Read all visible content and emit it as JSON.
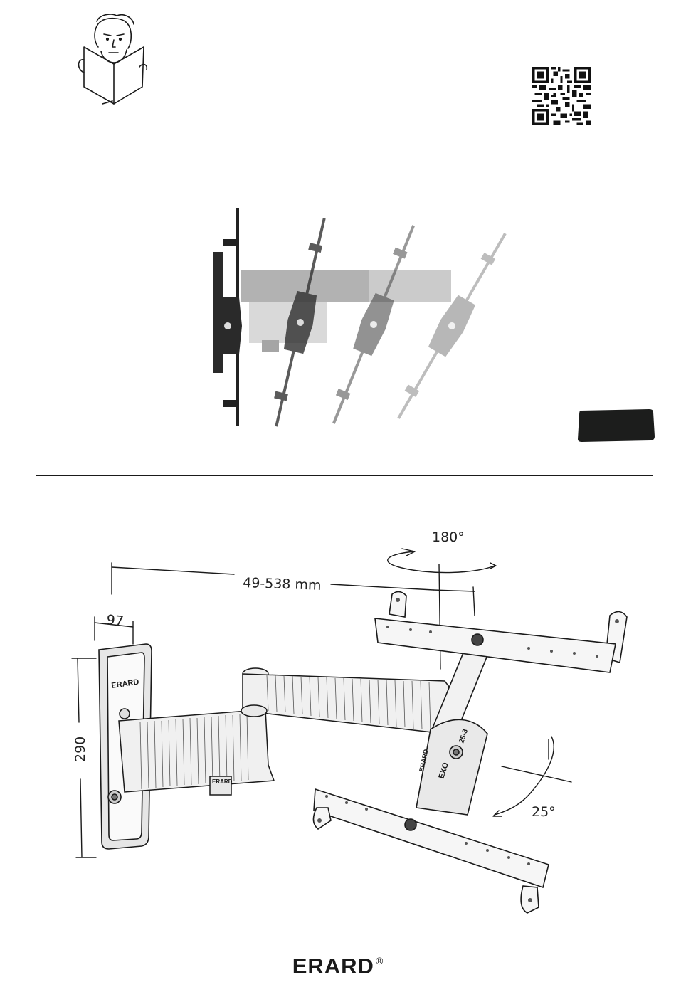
{
  "dimensions": {
    "rotation": "180°",
    "extension": "49-538 mm",
    "depth": "97",
    "height": "290",
    "tilt": "25°"
  },
  "wall_plate_logo": "ERARD",
  "arm_label": "ERARD",
  "cam_labels": [
    "ERARD",
    "EXO",
    "25-3"
  ],
  "brand": {
    "name": "ERARD",
    "registered": "®"
  },
  "colors": {
    "ink": "#1a1a1a",
    "tab": "#1c1d1c"
  }
}
